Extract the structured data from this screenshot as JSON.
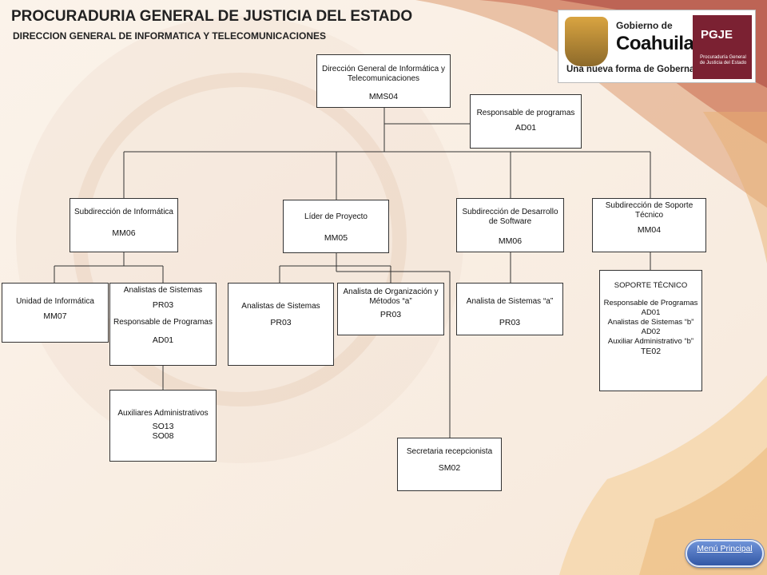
{
  "header": {
    "title": "PROCURADURIA GENERAL DE JUSTICIA DEL ESTADO",
    "subtitle": "DIRECCION GENERAL DE INFORMATICA Y TELECOMUNICACIONES"
  },
  "logo": {
    "line1": "Gobierno de",
    "line2": "Coahuila",
    "slogan": "Una nueva forma de Gobernar",
    "badge": "PGJE",
    "badge_sub": "Procuraduría General de Justicia del Estado"
  },
  "colors": {
    "connector": "#333333",
    "box_border": "#333333",
    "button": "#4a6fc0"
  },
  "nodes": {
    "dir": {
      "label": "Dirección  General de Informática y Telecomunicaciones",
      "code": "MMS04"
    },
    "resp": {
      "label": "Responsable de programas",
      "code": "AD01"
    },
    "sub_inf": {
      "label": "Subdirección  de Informática",
      "code": "MM06"
    },
    "lider": {
      "label": "Líder de Proyecto",
      "code": "MM05"
    },
    "sub_des": {
      "label": "Subdirección  de Desarrollo de Software",
      "code": "MM06"
    },
    "sub_sop": {
      "label": "Subdirección  de Soporte Técnico",
      "code": "MM04"
    },
    "unidad": {
      "label": "Unidad de Informática",
      "code": "MM07"
    },
    "analistas_pr": {
      "label": "Analistas de Sistemas",
      "code": "PR03",
      "label2": "Responsable  de Programas",
      "code2": "AD01"
    },
    "analistas2": {
      "label": "Analistas de Sistemas",
      "code": "PR03"
    },
    "org": {
      "label": "Analista de Organización  y Métodos “a”",
      "code": "PR03"
    },
    "analista_a": {
      "label": "Analista de Sistemas  “a”",
      "code": "PR03"
    },
    "soporte": {
      "label": "SOPORTE  TÉCNICO",
      "lines": [
        "Responsable  de Programas",
        "AD01",
        "Analistas de Sistemas  “b”",
        "AD02",
        "Auxiliar Administrativo  “b”",
        "TE02"
      ]
    },
    "aux": {
      "label": "Auxiliares Administrativos",
      "code": "SO13",
      "code2": "SO08"
    },
    "secretaria": {
      "label": "Secretaria recepcionista",
      "code": "SM02"
    }
  },
  "menu": {
    "label": "Menú Principal"
  }
}
